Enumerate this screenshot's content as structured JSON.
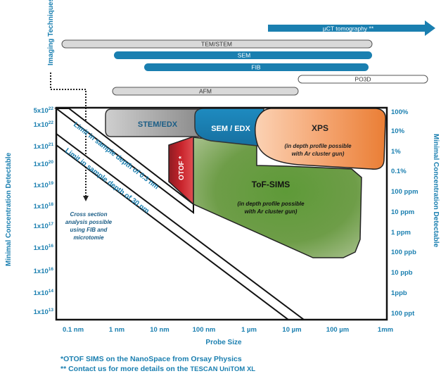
{
  "imaging_label": "Imaging Techniques",
  "bars": [
    {
      "label": "µCT tomography **",
      "style": "arrow"
    },
    {
      "label": "TEM/STEM",
      "style": "grey"
    },
    {
      "label": "SEM",
      "style": "blue"
    },
    {
      "label": "FIB",
      "style": "blue"
    },
    {
      "label": "PO3D",
      "style": "grey"
    },
    {
      "label": "AFM",
      "style": "grey"
    }
  ],
  "y_left_label": "Minimal Concentration Detectable",
  "y_right_label": "Minimal Concentration Detectable",
  "x_label": "Probe Size",
  "y_left_ticks": [
    {
      "base": "5x10",
      "exp": "22"
    },
    {
      "base": "1x10",
      "exp": "22"
    },
    {
      "base": "1x10",
      "exp": "21"
    },
    {
      "base": "1x10",
      "exp": "20"
    },
    {
      "base": "1x10",
      "exp": "19"
    },
    {
      "base": "1x10",
      "exp": "18"
    },
    {
      "base": "1x10",
      "exp": "17"
    },
    {
      "base": "1x10",
      "exp": "16"
    },
    {
      "base": "1x10",
      "exp": "16"
    },
    {
      "base": "1x10",
      "exp": "14"
    },
    {
      "base": "1x10",
      "exp": "13"
    }
  ],
  "y_right_ticks": [
    "100%",
    "10%",
    "1%",
    "0.1%",
    "100 ppm",
    "10 ppm",
    "1 ppm",
    "100 ppb",
    "10 ppb",
    "1ppb",
    "100 ppt"
  ],
  "x_ticks": [
    "0.1 nm",
    "1 nm",
    "10 nm",
    "100 nm",
    "1 µm",
    "10 µm",
    "100 µm",
    "1mm"
  ],
  "limit_03": "Limit in sample depth of 0.3 nm",
  "limit_30": "Limit in sample depth of 30 nm",
  "cross_section_note": [
    "Cross section",
    "analysis possible",
    "using FIB and",
    "microtomie"
  ],
  "regions": {
    "stem_edx": "STEM/EDX",
    "sem_edx": "SEM / EDX",
    "otof": "OTOF *",
    "xps": "XPS",
    "xps_note": [
      "(in depth profile possible",
      "with Ar cluster gun)"
    ],
    "tof_sims": "ToF-SIMS",
    "tof_note": [
      "(in depth profile possible",
      "with Ar cluster gun)"
    ]
  },
  "footnotes": {
    "note1": "*OTOF SIMS on the NanoSpace from Orsay Physics",
    "note2_prefix": "** Contact us for more details on the ",
    "note2_brand": "TESCAN UniTOM XL"
  },
  "colors": {
    "blue": "#1a7fb0",
    "dark_blue": "#1570a4",
    "grey_bar": "#d9d9d9",
    "tof_green": "#6f9a45",
    "xps_orange": "#ee8a45",
    "otof_red": "#b5232a"
  }
}
